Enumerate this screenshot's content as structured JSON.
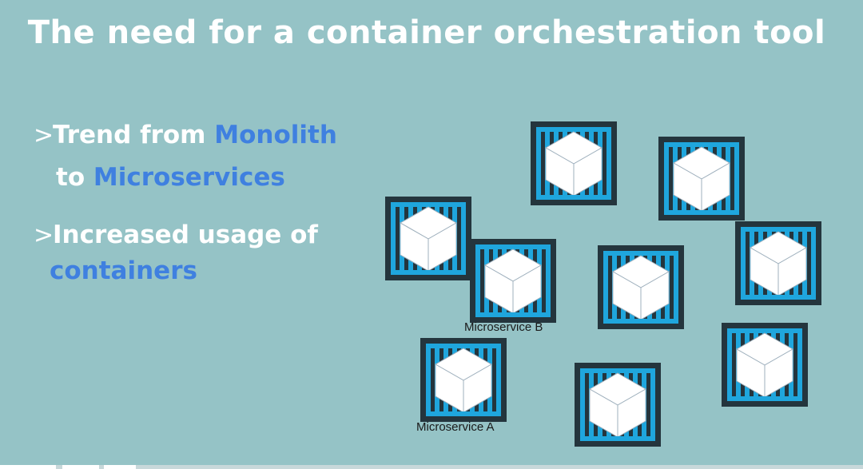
{
  "slide": {
    "title": "The need for a container orchestration tool",
    "bullets": [
      {
        "marker": ">",
        "line1_prefix": "Trend from ",
        "line1_accent": "Monolith",
        "line2_prefix": "to ",
        "line2_accent": "Microservices"
      },
      {
        "marker": ">",
        "line1_prefix": "Increased usage of",
        "line2_accent": "containers"
      }
    ]
  },
  "diagram": {
    "labels": {
      "microservice_b": "Microservice B",
      "microservice_a": "Microservice A"
    },
    "colors": {
      "frame": "#24353d",
      "stripe": "#1fa6dd",
      "cube": "#ffffff"
    }
  },
  "colors": {
    "background": "#95c3c6",
    "accent": "#3f80e0",
    "text": "#ffffff"
  }
}
